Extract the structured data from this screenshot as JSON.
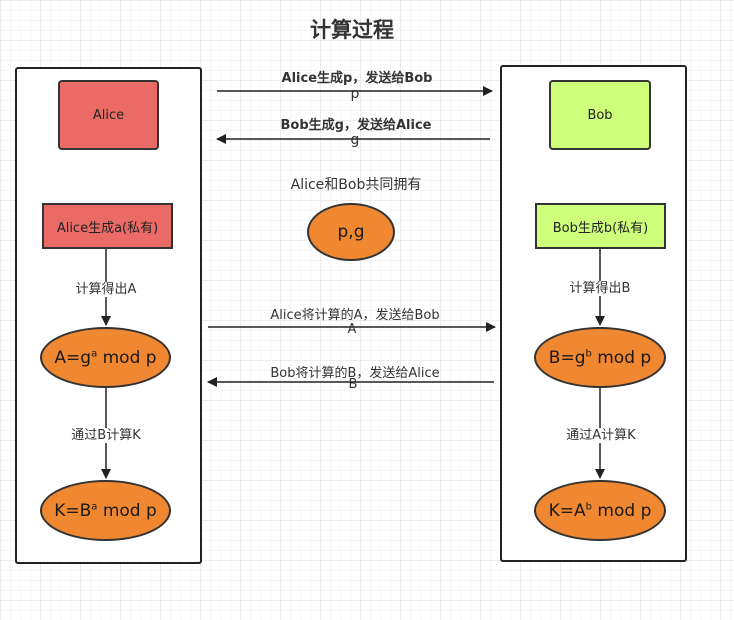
{
  "title": "计算过程",
  "alice_box": "Alice",
  "bob_box": "Bob",
  "alice_gen": "Alice生成a(私有)",
  "bob_gen": "Bob生成b(私有)",
  "shared_title": "Alice和Bob共同拥有",
  "shared_values": "p,g",
  "msg1": {
    "label": "Alice生成p，发送给Bob",
    "value": "p"
  },
  "msg2": {
    "label": "Bob生成g，发送给Alice",
    "value": "g"
  },
  "msg3": {
    "label": "Alice将计算的A，发送给Bob",
    "value": "A"
  },
  "msg4": {
    "label": "Bob将计算的B，发送给Alice",
    "value": "B"
  },
  "alice_compute_label": "计算得出A",
  "bob_compute_label": "计算得出B",
  "alice_k_label": "通过B计算K",
  "bob_k_label": "通过A计算K",
  "eq_A": {
    "lhs": "A=g",
    "exp": "a",
    "rhs": " mod p"
  },
  "eq_B": {
    "lhs": "B=g",
    "exp": "b",
    "rhs": " mod p"
  },
  "eq_KA": {
    "lhs": "K=B",
    "exp": "a",
    "rhs": " mod p"
  },
  "eq_KB": {
    "lhs": "K=A",
    "exp": "b",
    "rhs": " mod p"
  },
  "colors": {
    "alice": "#ea6b66",
    "bob": "#cdff7a",
    "ellipse": "#f08731"
  }
}
